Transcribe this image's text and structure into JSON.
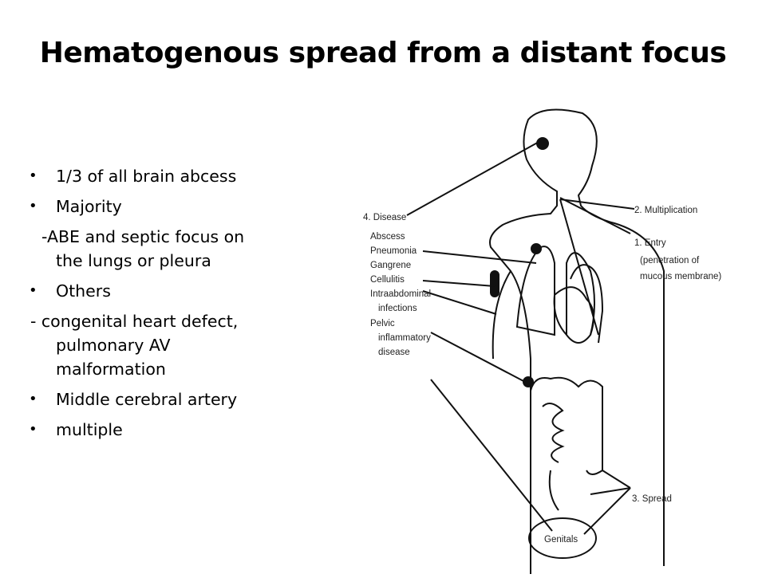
{
  "title": "Hematogenous spread from a distant focus",
  "bullets": [
    "1/3 of all brain abcess",
    "Majority"
  ],
  "sub1": {
    "first": "-ABE and septic focus on",
    "rest": "the lungs or pleura"
  },
  "bullet_others": "Others",
  "sub2": {
    "first": "- congenital heart defect,",
    "rest1": "pulmonary AV",
    "rest2": "malformation"
  },
  "bullets_end": [
    "Middle cerebral artery",
    "multiple"
  ],
  "figure": {
    "left_labels": [
      "4. Disease",
      "Abscess",
      "Pneumonia",
      "Gangrene",
      "Cellulitis",
      "Intraabdominal",
      "infections",
      "Pelvic",
      "inflammatory",
      "disease"
    ],
    "right_labels": [
      "2. Multiplication",
      "1. Entry",
      "(penetration of",
      "mucous membrane)",
      "3. Spread"
    ],
    "genitals_label": "Genitals"
  }
}
